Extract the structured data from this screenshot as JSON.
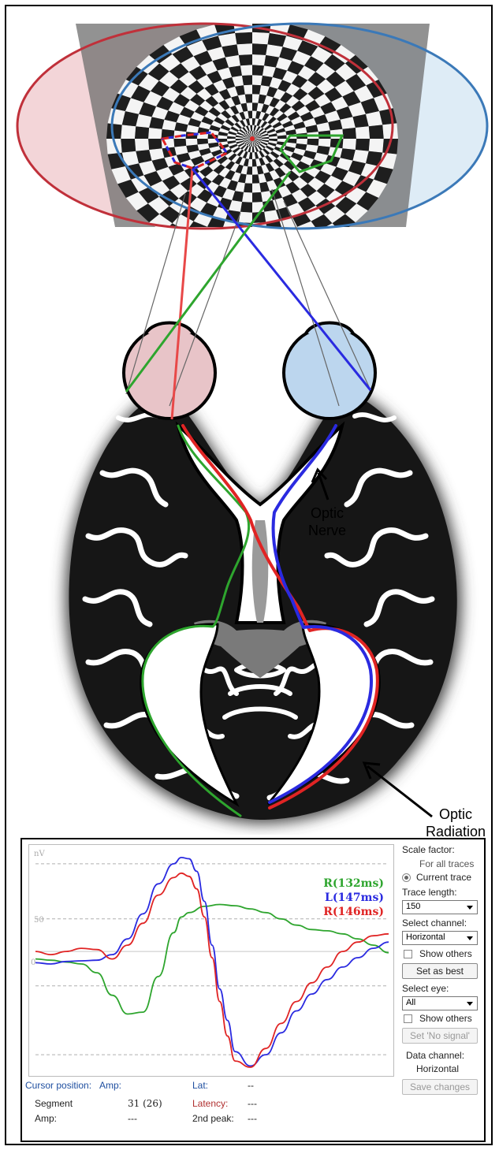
{
  "annotations": {
    "optic_nerve": [
      "Optic",
      "Nerve"
    ],
    "optic_radiation": [
      "Optic",
      "Radiation"
    ]
  },
  "colors": {
    "red": "#e02424",
    "blue": "#2a2ae0",
    "green": "#2ea52e",
    "left_field": "#f2d0d4",
    "right_field": "#d3e6f3",
    "left_eye": "#e8c4c8",
    "right_eye": "#bcd6ee"
  },
  "chart_data": {
    "type": "line",
    "ylabel": "nV",
    "ytick_labels": [
      "50",
      "0"
    ],
    "series": [
      {
        "name": "R(132ms)",
        "color": "#2ea52e",
        "x": [
          0,
          20,
          40,
          60,
          80,
          100,
          120,
          140,
          160,
          180,
          190,
          200,
          220,
          240,
          260,
          280,
          300,
          320,
          340,
          360,
          380,
          400,
          420,
          440,
          460
        ],
        "y": [
          -12,
          -14,
          -17,
          -20,
          -34,
          -70,
          -100,
          -97,
          -40,
          30,
          55,
          62,
          72,
          75,
          73,
          68,
          62,
          52,
          42,
          35,
          33,
          28,
          20,
          10,
          -2
        ]
      },
      {
        "name": "L(147ms)",
        "color": "#2a2ae0",
        "x": [
          0,
          20,
          40,
          60,
          80,
          100,
          120,
          140,
          160,
          180,
          190,
          200,
          210,
          220,
          230,
          240,
          250,
          260,
          280,
          300,
          320,
          340,
          360,
          380,
          400,
          420,
          440,
          460
        ],
        "y": [
          -18,
          -20,
          -16,
          -15,
          -14,
          -5,
          20,
          60,
          108,
          140,
          150,
          148,
          128,
          80,
          10,
          -60,
          -110,
          -160,
          -183,
          -165,
          -130,
          -95,
          -68,
          -45,
          -25,
          -10,
          5,
          15
        ]
      },
      {
        "name": "R(146ms)",
        "color": "#e02424",
        "x": [
          0,
          20,
          40,
          60,
          80,
          100,
          120,
          140,
          160,
          180,
          190,
          200,
          210,
          220,
          230,
          240,
          250,
          260,
          280,
          300,
          320,
          340,
          360,
          380,
          400,
          420,
          440,
          460
        ],
        "y": [
          0,
          -5,
          0,
          5,
          3,
          -12,
          10,
          45,
          90,
          118,
          125,
          120,
          100,
          55,
          -10,
          -80,
          -135,
          -175,
          -185,
          -155,
          -115,
          -80,
          -50,
          -25,
          0,
          15,
          25,
          28
        ]
      }
    ]
  },
  "controls": {
    "scale_factor_label": "Scale factor:",
    "for_all_traces": "For all traces",
    "current_trace": "Current trace",
    "trace_length_label": "Trace length:",
    "trace_length_value": "150",
    "select_channel_label": "Select channel:",
    "channel_value": "Horizontal",
    "show_others_1": "Show others",
    "set_as_best": "Set as best",
    "select_eye_label": "Select eye:",
    "eye_value": "All",
    "show_others_2": "Show others",
    "set_no_signal": "Set 'No signal'",
    "data_channel_label": "Data channel:",
    "data_channel_value": "Horizontal",
    "save_changes": "Save changes"
  },
  "cursor_info": {
    "title": "Cursor position:",
    "amp_label": "Amp:",
    "lat_label": "Lat:",
    "lat_value": "--",
    "segment_label": "Segment",
    "segment_value": "31 (26)",
    "latency_label": "Latency:",
    "latency_value": "---",
    "amp2_label": "Amp:",
    "amp2_value": "---",
    "second_peak_label": "2nd peak:",
    "second_peak_value": "---"
  }
}
